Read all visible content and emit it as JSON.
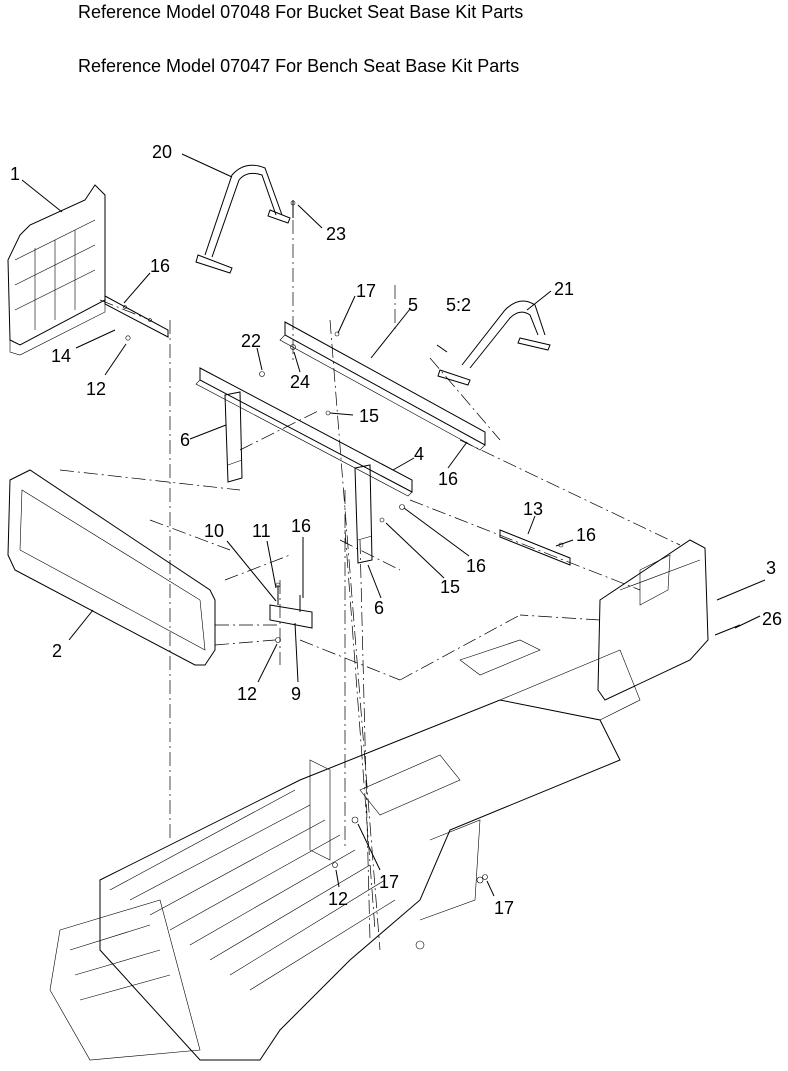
{
  "headings": {
    "line1": "Reference Model 07048 For Bucket Seat Base Kit Parts",
    "line2": "Reference Model 07047 For Bench Seat Base Kit Parts"
  },
  "callouts": [
    {
      "id": "c1",
      "text": "1"
    },
    {
      "id": "c20",
      "text": "20"
    },
    {
      "id": "c23",
      "text": "23"
    },
    {
      "id": "c16a",
      "text": "16"
    },
    {
      "id": "c14",
      "text": "14"
    },
    {
      "id": "c12a",
      "text": "12"
    },
    {
      "id": "c17a",
      "text": "17"
    },
    {
      "id": "c5",
      "text": "5"
    },
    {
      "id": "c52",
      "text": "5:2"
    },
    {
      "id": "c21",
      "text": "21"
    },
    {
      "id": "c22",
      "text": "22"
    },
    {
      "id": "c24",
      "text": "24"
    },
    {
      "id": "c15a",
      "text": "15"
    },
    {
      "id": "c6a",
      "text": "6"
    },
    {
      "id": "c4",
      "text": "4"
    },
    {
      "id": "c16b",
      "text": "16"
    },
    {
      "id": "c13",
      "text": "13"
    },
    {
      "id": "c16c",
      "text": "16"
    },
    {
      "id": "c10",
      "text": "10"
    },
    {
      "id": "c11",
      "text": "11"
    },
    {
      "id": "c16d",
      "text": "16"
    },
    {
      "id": "c16e",
      "text": "16"
    },
    {
      "id": "c15b",
      "text": "15"
    },
    {
      "id": "c6b",
      "text": "6"
    },
    {
      "id": "c3",
      "text": "3"
    },
    {
      "id": "c26",
      "text": "26"
    },
    {
      "id": "c2",
      "text": "2"
    },
    {
      "id": "c12b",
      "text": "12"
    },
    {
      "id": "c9",
      "text": "9"
    },
    {
      "id": "c17b",
      "text": "17"
    },
    {
      "id": "c12c",
      "text": "12"
    },
    {
      "id": "c17c",
      "text": "17"
    }
  ]
}
